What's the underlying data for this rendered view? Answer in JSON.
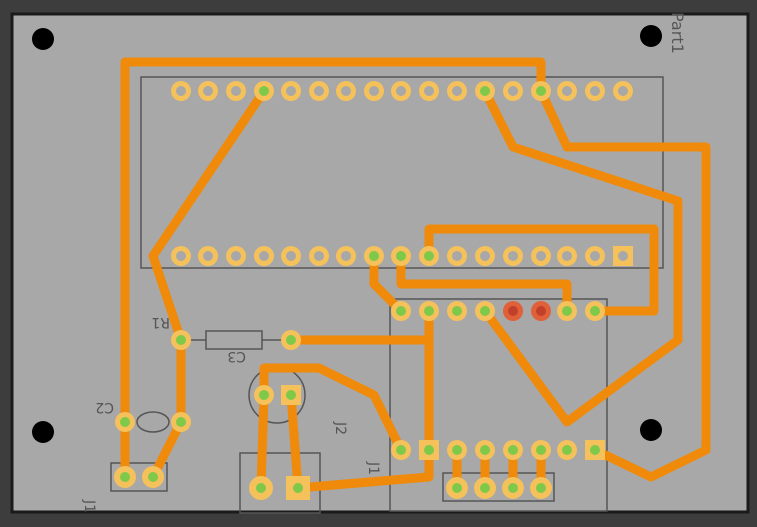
{
  "board": {
    "label_top_right": "Part1",
    "label_r1": "R1",
    "label_c3": "C3",
    "label_c2": "C2",
    "label_j2": "J2",
    "label_j1": "J1",
    "label_bottom_left": "J1"
  },
  "colors": {
    "background": "#3d3d3d",
    "board": "#a8a8a8",
    "board_border": "#1a1a1a",
    "trace": "#f08a0a",
    "pad_ring": "#f5c15a",
    "pad_center": "#7fc94a",
    "silkscreen": "#555555",
    "hole": "#000000",
    "pad_red": "#e0603a"
  }
}
